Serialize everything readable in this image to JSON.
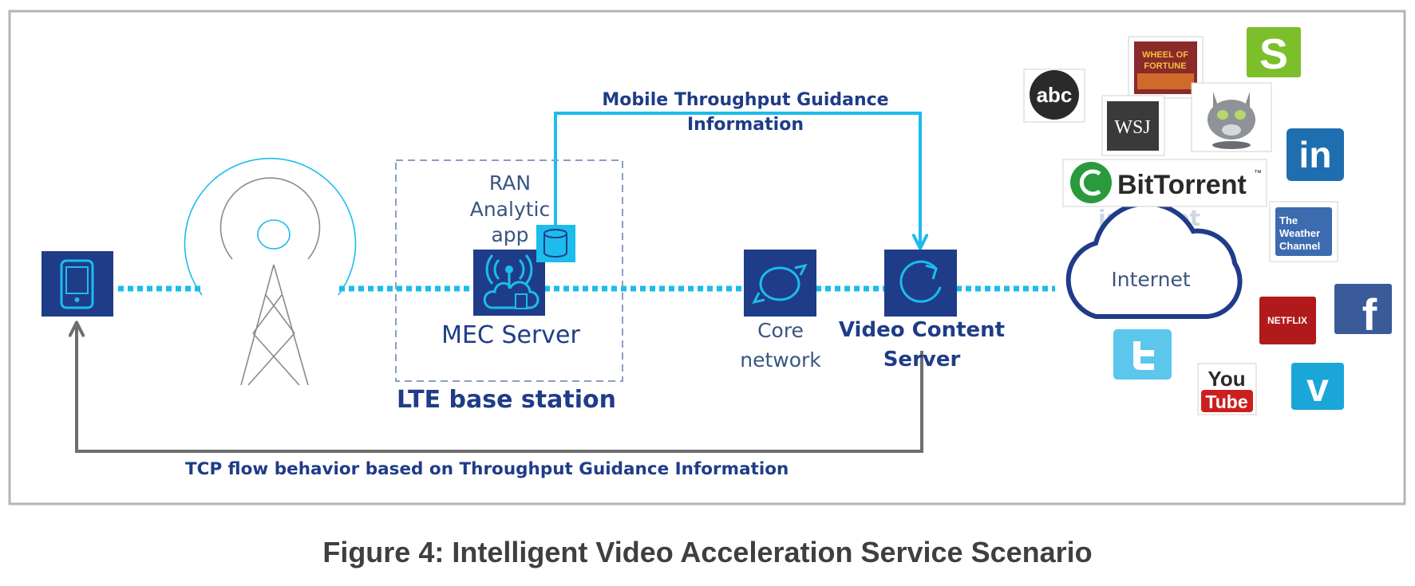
{
  "colors": {
    "dark_blue": "#1f3c88",
    "cyan": "#1cbcec",
    "gray": "#6e6e6e",
    "frame": "#b4b4b4",
    "box_dashed": "#8a9ec4",
    "text_light": "#3a5580",
    "caption": "#3f3f3f"
  },
  "labels": {
    "guidance_top_line1": "Mobile Throughput Guidance",
    "guidance_top_line2": "Information",
    "ran_line1": "RAN",
    "ran_line2": "Analytic",
    "ran_line3": "app",
    "mec_server": "MEC Server",
    "lte_base_station": "LTE base station",
    "core_line1": "Core",
    "core_line2": "network",
    "video_line1": "Video Content",
    "video_line2": "Server",
    "tcp_flow": "TCP flow behavior based on Throughput Guidance Information",
    "internet_cloud": "Internet",
    "internet_ghost": "internet"
  },
  "logos": {
    "abc": "abc",
    "wheel_line1": "WHEEL OF",
    "wheel_line2": "FORTUNE",
    "s": "S",
    "wsj": "WSJ",
    "linkedin": "in",
    "bittorrent": "BitTorrent",
    "tm": "™",
    "weather_line1": "The",
    "weather_line2": "Weather",
    "weather_line3": "Channel",
    "facebook": "f",
    "netflix": "NETFLIX",
    "youtube_line1": "You",
    "youtube_line2": "Tube",
    "vimeo": "v"
  },
  "icons": {
    "device": "mobile-device-icon",
    "tower": "cell-tower-icon",
    "mec": "mec-server-icon",
    "database": "database-icon",
    "core": "core-network-icon",
    "video": "video-content-server-icon",
    "cloud": "internet-cloud-icon"
  },
  "caption": "Figure 4: Intelligent Video Acceleration Service Scenario"
}
